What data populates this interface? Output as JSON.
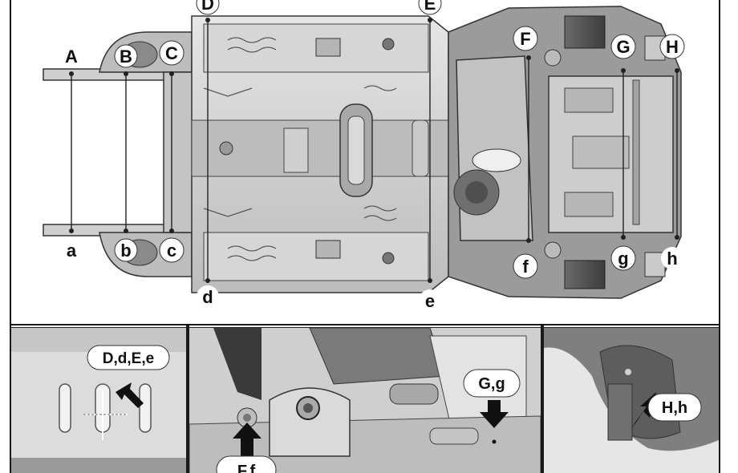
{
  "main_labels_upper": [
    "A",
    "B",
    "C",
    "D",
    "E",
    "F",
    "G",
    "H"
  ],
  "main_labels_lower": [
    "a",
    "b",
    "c",
    "d",
    "e",
    "f",
    "g",
    "h"
  ],
  "insets": [
    {
      "label": "D,d,E,e"
    },
    {
      "label": "F,f"
    },
    {
      "label": "G,g"
    },
    {
      "label": "H,h"
    }
  ],
  "colors": {
    "frame": "#1a1a1a",
    "metal_light": "#d9d9d9",
    "metal_mid": "#b8b8b8",
    "metal_dark": "#5a5a5a",
    "background": "#ffffff"
  }
}
